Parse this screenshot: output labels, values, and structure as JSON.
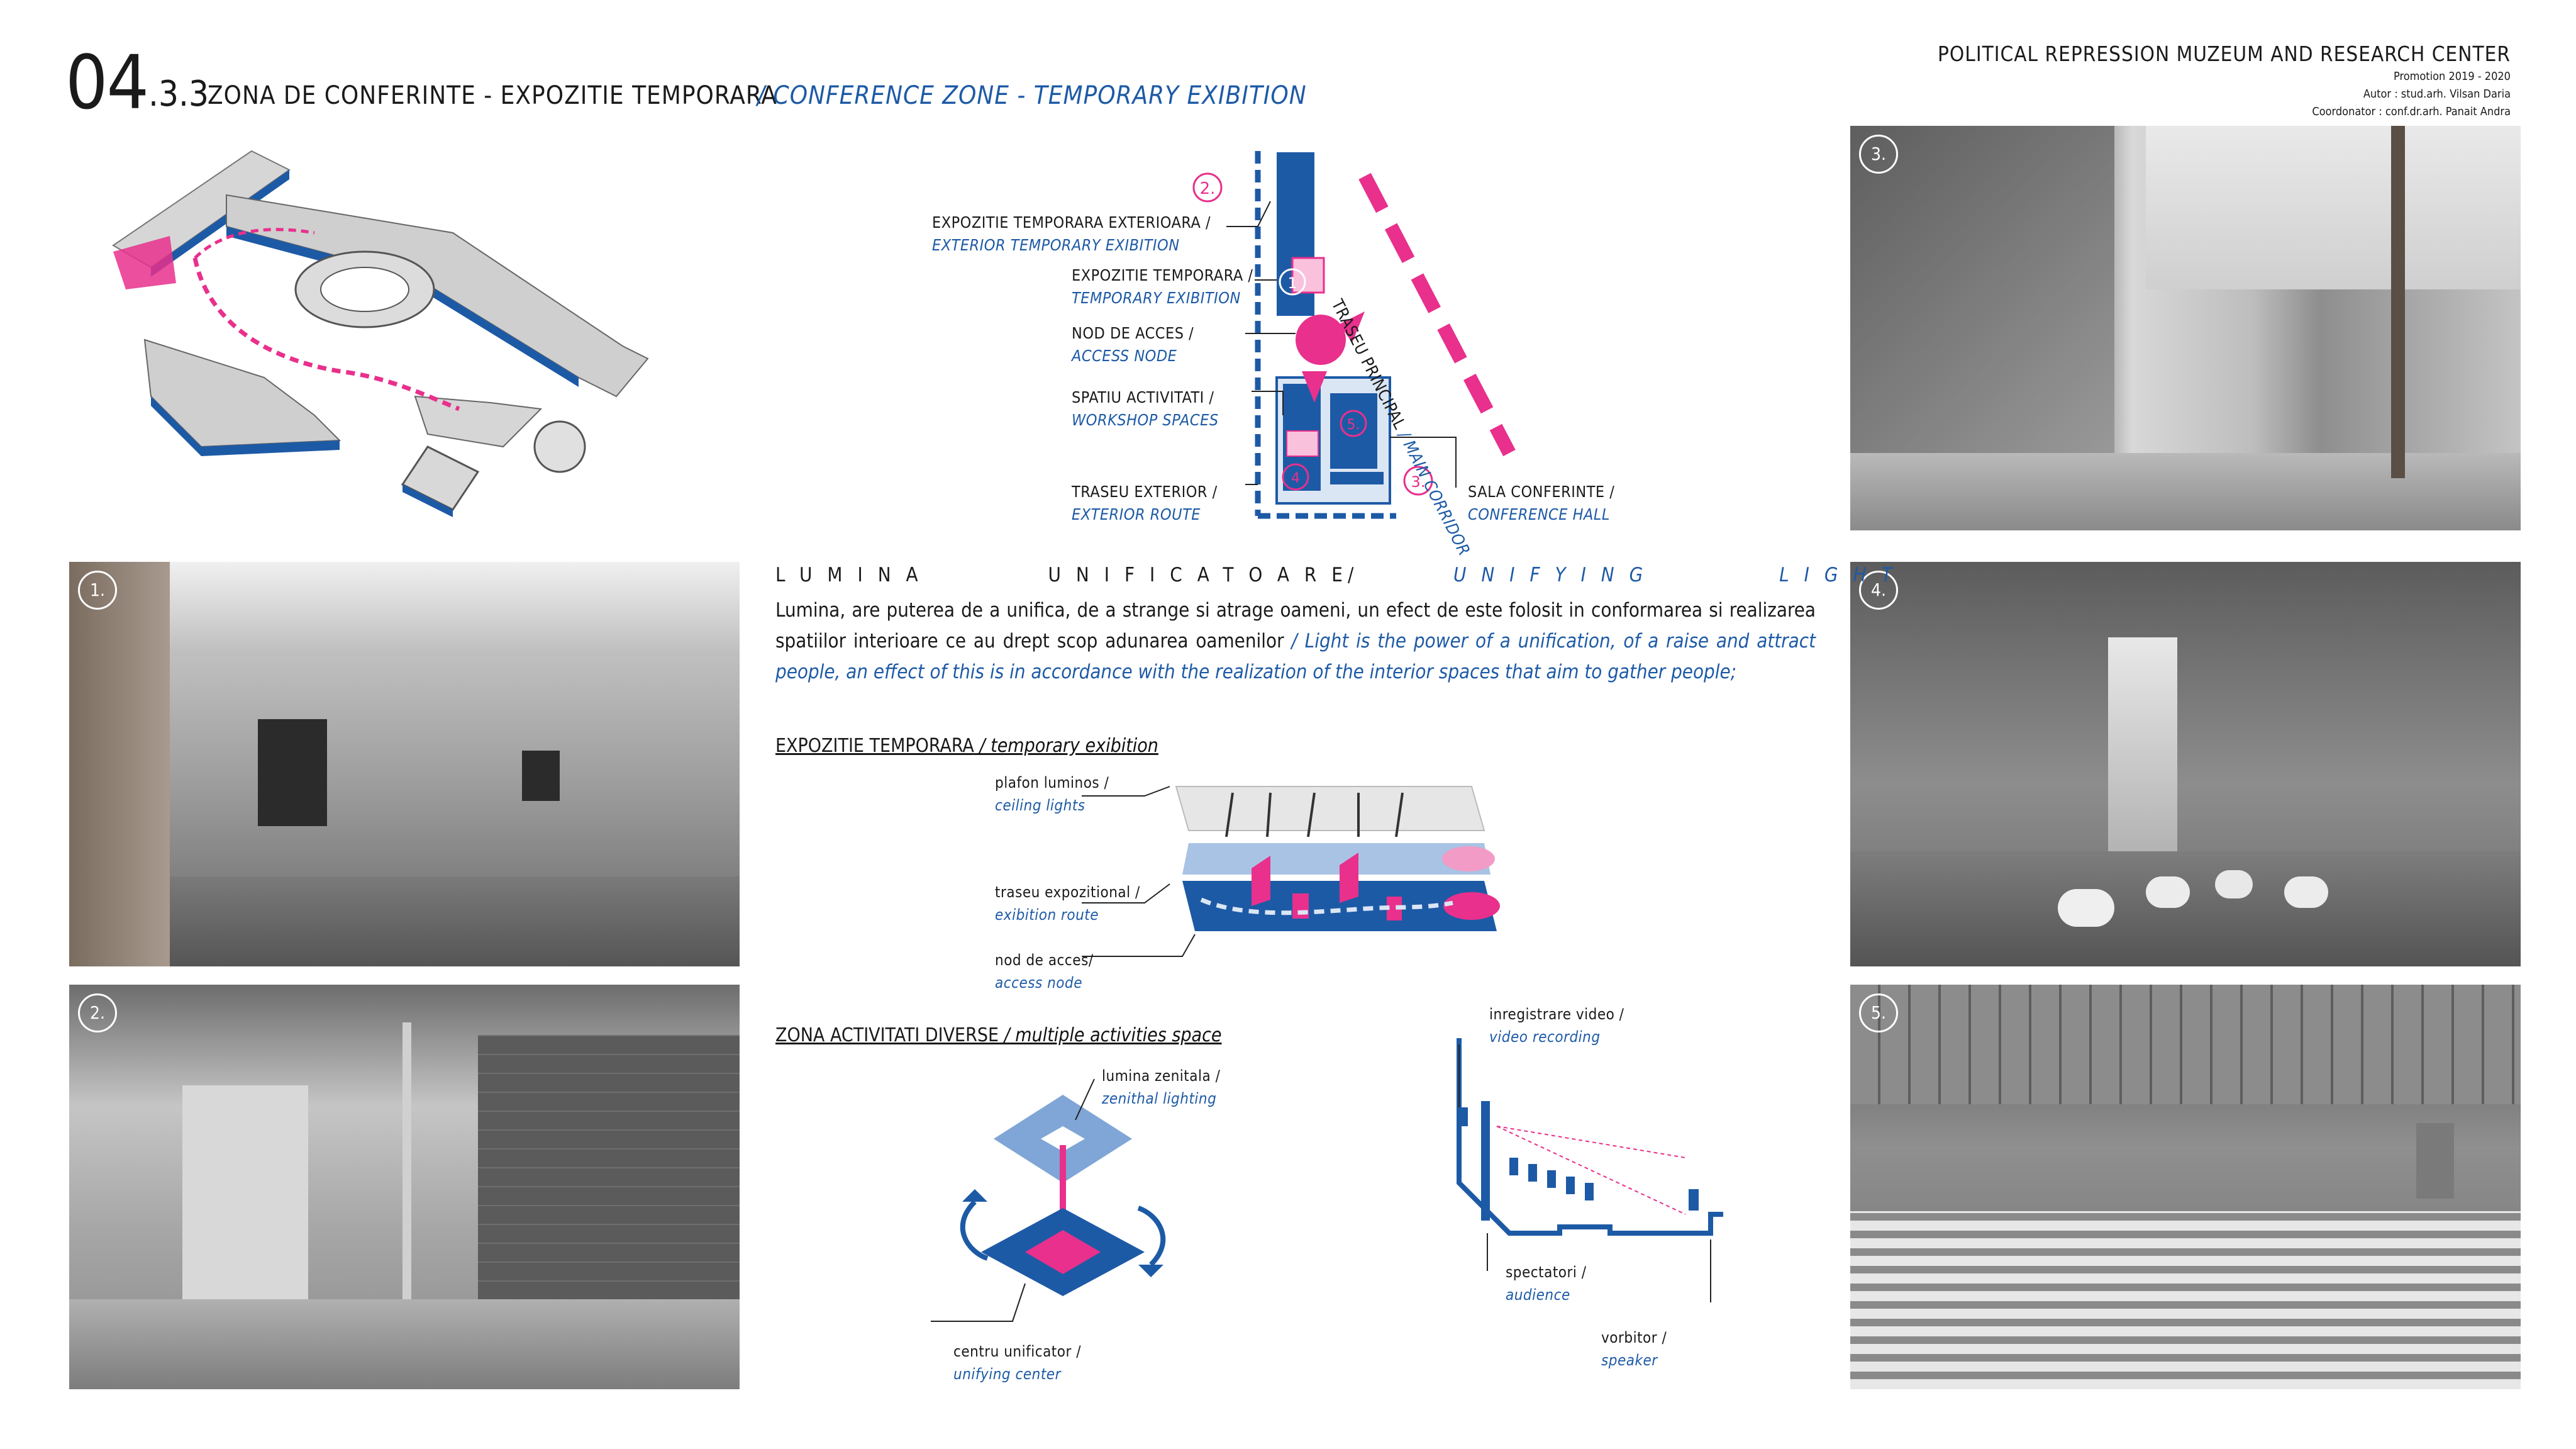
{
  "header": {
    "number": "04",
    "section": ".3.3",
    "title_ro": "ZONA DE CONFERINTE - EXPOZITIE TEMPORARA",
    "title_en": "/ CONFERENCE ZONE - TEMPORARY EXIBITION",
    "project_title": "POLITICAL REPRESSION MUZEUM AND RESEARCH CENTER",
    "promotion": "Promotion 2019 - 2020",
    "author": "Autor : stud.arh. Vilsan Daria",
    "coordinator": "Coordonator : conf.dr.arh. Panait Andra"
  },
  "photos": {
    "p1": "1.",
    "p2": "2.",
    "p3": "3.",
    "p4": "4.",
    "p5": "5."
  },
  "zoning": {
    "ext_temp_ro": "EXPOZITIE TEMPORARA EXTERIOARA /",
    "ext_temp_en": "EXTERIOR TEMPORARY EXIBITION",
    "temp_ro": "EXPOZITIE TEMPORARA /",
    "temp_en": "TEMPORARY EXIBITION",
    "node_ro": "NOD DE ACCES /",
    "node_en": "ACCESS NODE",
    "act_ro": "SPATIU ACTIVITATI /",
    "act_en": "WORKSHOP SPACES",
    "route_ro": "TRASEU EXTERIOR /",
    "route_en": "EXTERIOR ROUTE",
    "hall_ro": "SALA CONFERINTE /",
    "hall_en": "CONFERENCE HALL",
    "corridor_ro": "TRASEU PRINCIPAL",
    "corridor_en": "/ MAIN CORRIDOR",
    "n1": "1",
    "n2": "2.",
    "n3": "3.",
    "n4": "4",
    "n5": "5."
  },
  "light": {
    "heading_ro": "LUMINA UNIFICATOARE",
    "heading_sep": "/",
    "heading_en": "UNIFYING LIGHT",
    "body_ro": "Lumina, are puterea de a unifica, de a strange si atrage oameni, un efect de este folosit in conformarea si realizarea spatiilor interioare ce au drept scop adunarea oamenilor",
    "body_en": "/ Light is the power of a unification, of a raise and attract people, an effect of this is in accordance with the realization of the interior spaces that aim to gather people;"
  },
  "temp_exhibition": {
    "heading_ro": "EXPOZITIE TEMPORARA",
    "heading_en": "/ temporary exibition",
    "ceiling_ro": "plafon luminos /",
    "ceiling_en": "ceiling lights",
    "route_ro": "traseu expozitional /",
    "route_en": "exibition route",
    "node_ro": "nod de acces/",
    "node_en": "access node"
  },
  "activities": {
    "heading_ro": "ZONA ACTIVITATI DIVERSE",
    "heading_en": "/ multiple activities space",
    "zenith_ro": "lumina zenitala /",
    "zenith_en": "zenithal lighting",
    "center_ro": "centru unificator /",
    "center_en": "unifying center",
    "video_ro": "inregistrare video /",
    "video_en": "video recording",
    "audience_ro": "spectatori /",
    "audience_en": "audience",
    "speaker_ro": "vorbitor /",
    "speaker_en": "speaker"
  },
  "colors": {
    "blue": "#1d5aa6",
    "magenta": "#e8308c",
    "light_blue": "#7fa6d6"
  }
}
